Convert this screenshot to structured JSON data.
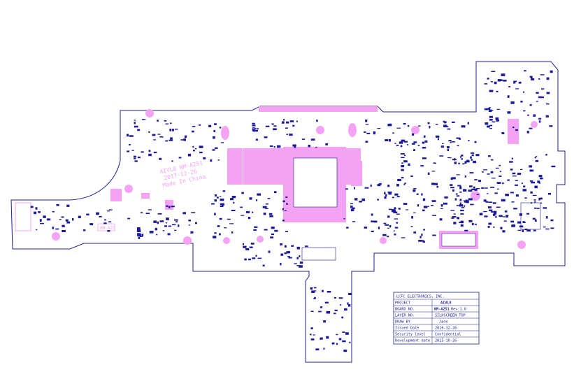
{
  "board": {
    "silkscreen": {
      "line1": "AIVL8 NM-A251",
      "line2": "2017-12-26",
      "line3": "Made In China",
      "tag": "NM-A25"
    }
  },
  "title_block": {
    "company": "LCFC ELECTRONICS, INC.",
    "rows": [
      {
        "label": "PROJECT",
        "value": "AIVL8",
        "extra": ""
      },
      {
        "label": "BOARD NO.",
        "value": "NM-A251",
        "extra": "Rev:1.0"
      },
      {
        "label": "LAYER NO.",
        "value": "SILKSCREEN_TOP",
        "extra": ""
      },
      {
        "label": "DRAW BY",
        "value": "Jane",
        "extra": ""
      },
      {
        "label": "Issued  Date",
        "value": "2016-12-26",
        "extra": ""
      },
      {
        "label": "Security level",
        "value": "Confidential",
        "extra": ""
      },
      {
        "label": "Development date",
        "value": "2015-10-26",
        "extra": ""
      }
    ]
  },
  "colors": {
    "outline": "#1f1f8f",
    "silkscreen": "#f4a3f4",
    "component": "#1a1a9a",
    "background": "#ffffff"
  }
}
